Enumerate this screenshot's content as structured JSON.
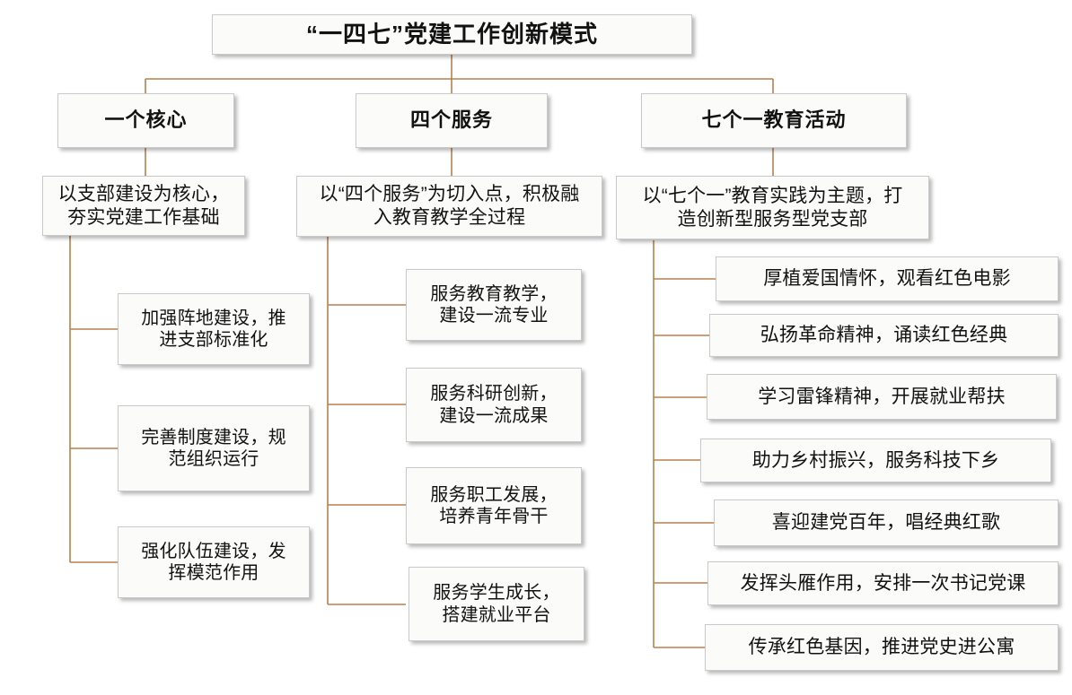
{
  "diagram": {
    "title": "“一四七”党建工作创新模式",
    "line_color": "#b5814d",
    "box_fill": "#fbfbfa",
    "box_border": "#c9c9c9",
    "text_color": "#121212",
    "branches": [
      {
        "header": "一个核心",
        "summary": "以支部建设为核心，\n夯实党建工作基础",
        "items": [
          "加强阵地建设，推\n进支部标准化",
          "完善制度建设，规\n范组织运行",
          "强化队伍建设，发\n挥模范作用"
        ]
      },
      {
        "header": "四个服务",
        "summary": "以“四个服务”为切入点，积极融\n入教育教学全过程",
        "items": [
          "服务教育教学，\n建设一流专业",
          "服务科研创新，\n建设一流成果",
          "服务职工发展，\n培养青年骨干",
          "服务学生成长，\n搭建就业平台"
        ]
      },
      {
        "header": "七个一教育活动",
        "summary": "以“七个一”教育实践为主题，打\n造创新型服务型党支部",
        "items": [
          "厚植爱国情怀，观看红色电影",
          "弘扬革命精神，诵读红色经典",
          "学习雷锋精神，开展就业帮扶",
          "助力乡村振兴，服务科技下乡",
          "喜迎建党百年，唱经典红歌",
          "发挥头雁作用，安排一次书记党课",
          "传承红色基因，推进党史进公寓"
        ]
      }
    ]
  }
}
